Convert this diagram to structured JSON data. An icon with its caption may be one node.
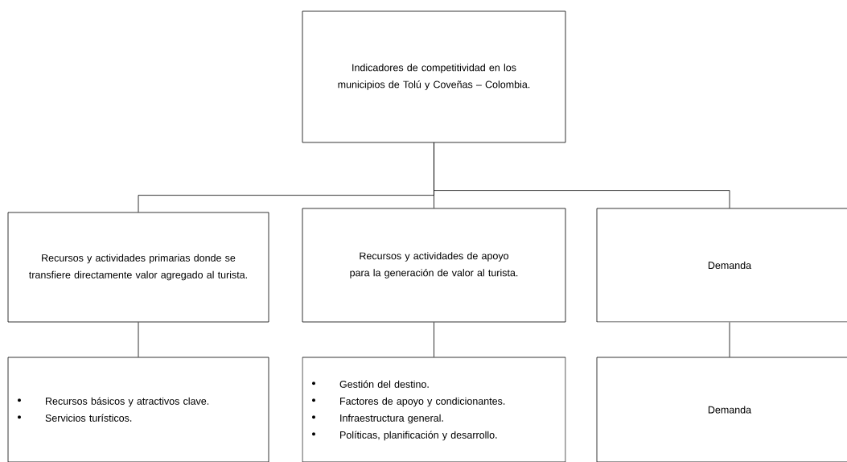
{
  "diagram": {
    "nodes": [
      {
        "text": [
          "Indicadores de competitividad en los municipios de Tolú y Coveñas – Colombia."
        ]
      },
      {
        "text": [
          "Recursos y actividades primarias donde se transfiere directamente valor agregado al turista."
        ]
      },
      {
        "text": [
          "Recursos y actividades de apoyo para la generación de valor al turista."
        ]
      },
      {
        "text": [
          "Demanda"
        ]
      },
      {
        "text": [
          "Recursos básicos y atractivos clave.",
          "Servicios turísticos."
        ]
      },
      {
        "text": [
          "Gestión del destino.",
          "Factores de apoyo y condicionantes.",
          "Infraestructura general.",
          "Políticas, planificación y desarrollo."
        ]
      },
      {
        "text": [
          "Demanda"
        ]
      }
    ],
    "edges": [
      {
        "from": 0,
        "to": 1,
        "arrow": "none"
      },
      {
        "from": 0,
        "to": 2,
        "arrow": "none"
      },
      {
        "from": 0,
        "to": 3,
        "arrow": "none"
      },
      {
        "from": 1,
        "to": 4,
        "arrow": "none"
      },
      {
        "from": 2,
        "to": 5,
        "arrow": "none"
      },
      {
        "from": 3,
        "to": 6,
        "arrow": "none"
      }
    ]
  }
}
